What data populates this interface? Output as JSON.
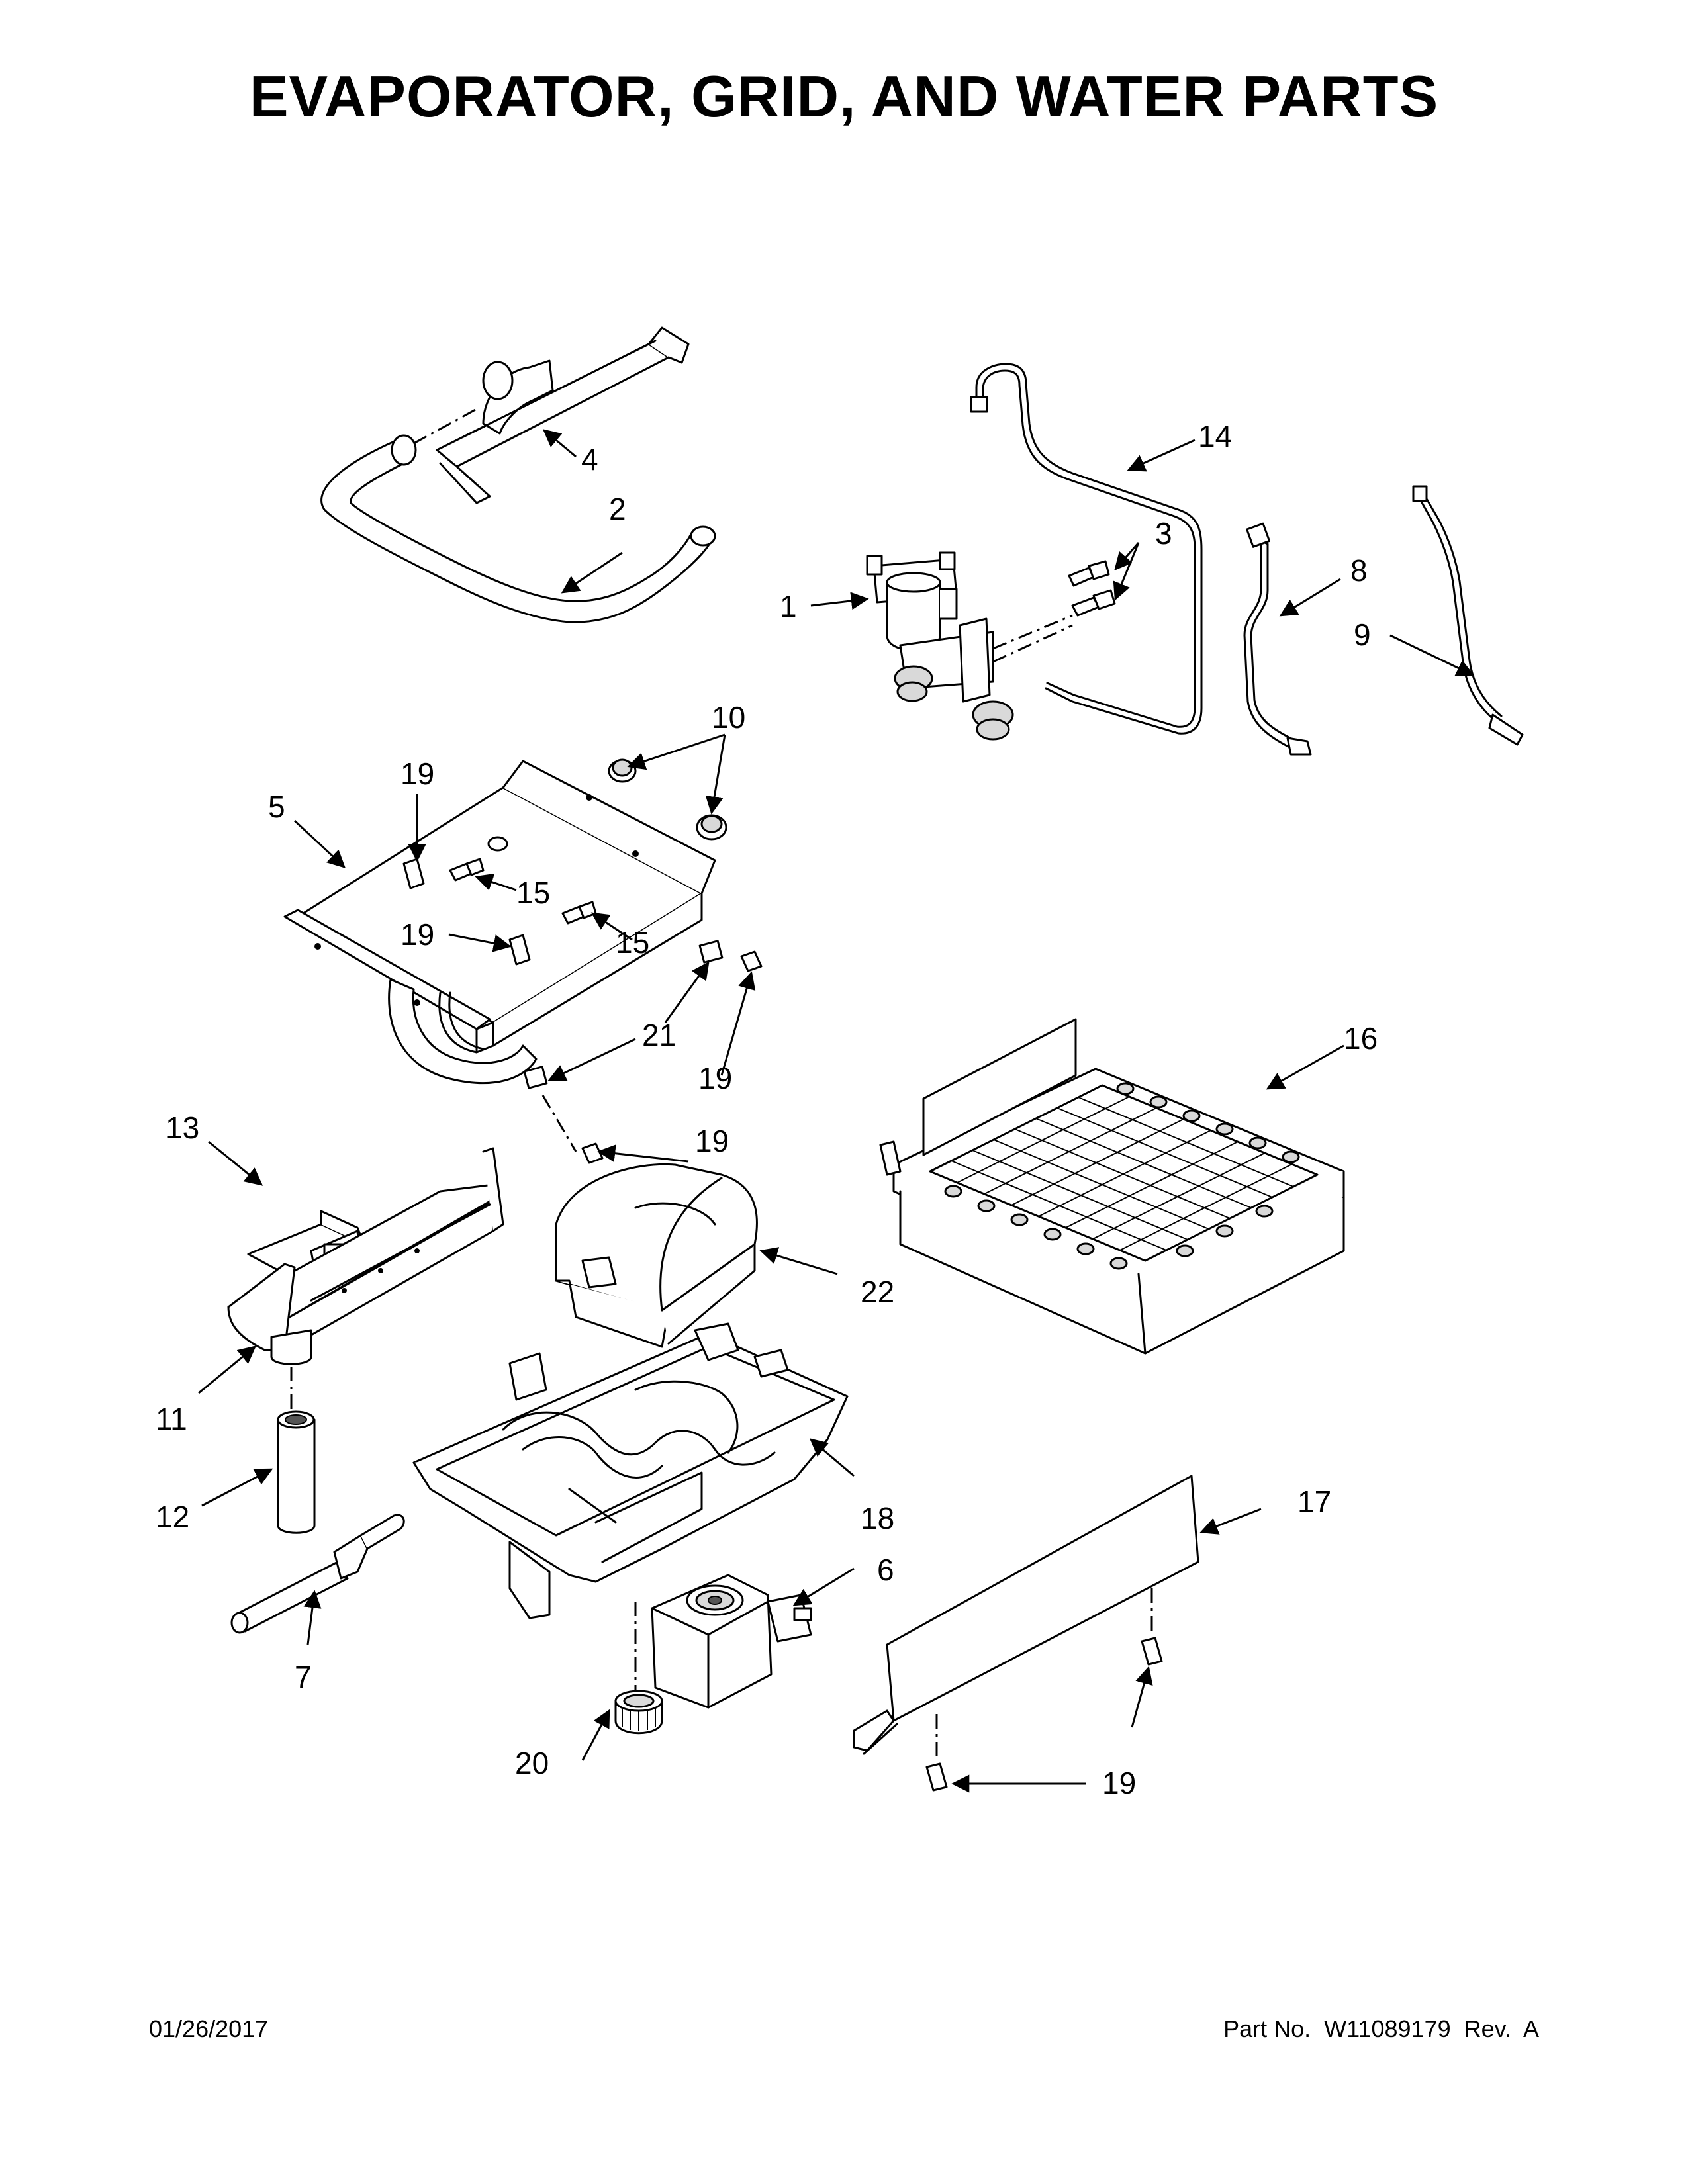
{
  "title": "EVAPORATOR, GRID, AND WATER PARTS",
  "footer": {
    "date": "01/26/2017",
    "part_no": "Part No.  W11089179  Rev.  A"
  },
  "callouts": {
    "c1": "1",
    "c2": "2",
    "c3": "3",
    "c4": "4",
    "c5": "5",
    "c6": "6",
    "c7": "7",
    "c8": "8",
    "c9": "9",
    "c10": "10",
    "c11": "11",
    "c12": "12",
    "c13": "13",
    "c14": "14",
    "c15a": "15",
    "c15b": "15",
    "c16": "16",
    "c17": "17",
    "c18": "18",
    "c19a": "19",
    "c19b": "19",
    "c19c": "19",
    "c19d": "19",
    "c19e": "19",
    "c20": "20",
    "c21": "21",
    "c22": "22"
  }
}
